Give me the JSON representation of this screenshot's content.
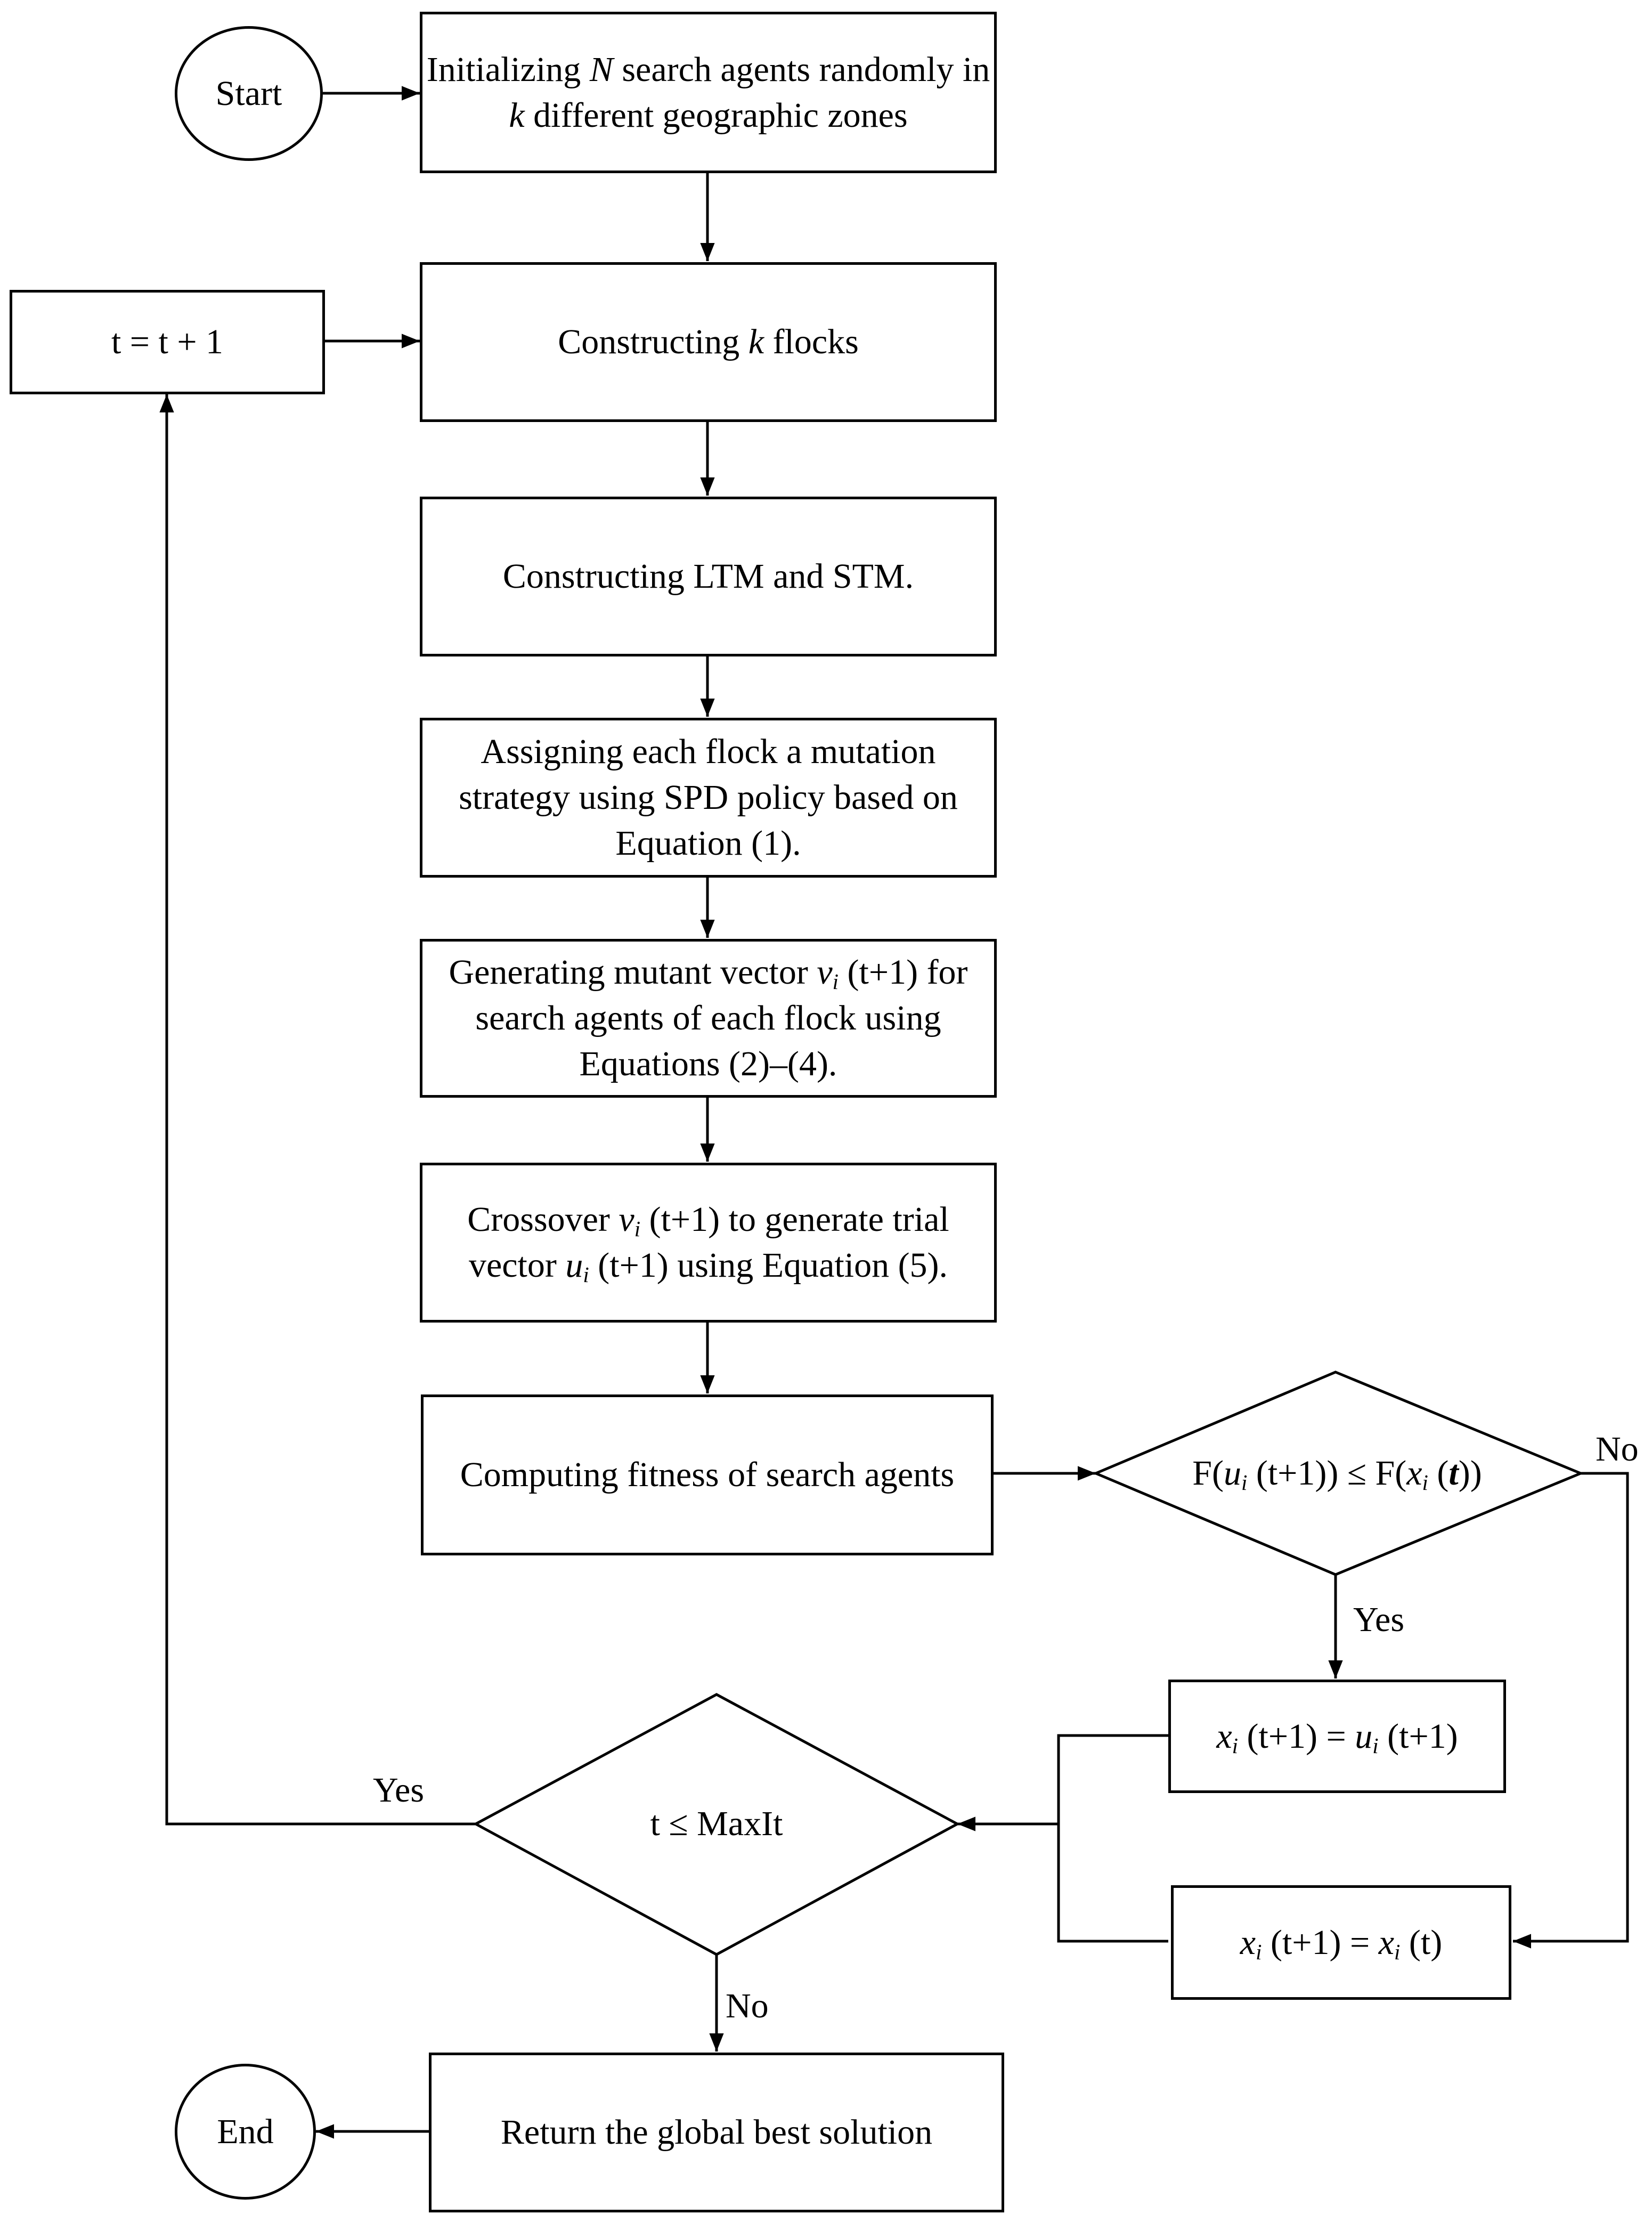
{
  "nodes": {
    "start": "Start",
    "end": "End",
    "init": [
      "Initializing ",
      "N",
      " search agents randomly in ",
      "k",
      " different geographic zones"
    ],
    "increment": "t = t + 1",
    "flocks": [
      "Constructing ",
      "k",
      " flocks"
    ],
    "memory": "Constructing LTM and STM.",
    "assign": "Assigning each flock a mutation strategy using SPD policy based on Equation (1).",
    "mutant": [
      "Generating mutant vector ",
      "v",
      "i",
      " (t+1) for search agents of each flock using Equations (2)–(4)."
    ],
    "crossover": [
      "Crossover ",
      "v",
      "i",
      " (t+1) to generate trial vector ",
      "u",
      "i",
      " (t+1) using Equation (5)."
    ],
    "fitness": "Computing fitness of search agents",
    "condition_greedy": [
      "F(",
      "u",
      "i",
      " (t+1)) ≤ F(",
      "x",
      "i",
      " (",
      "t",
      "))"
    ],
    "update_trial": [
      "x",
      "i",
      " (t+1) = ",
      "u",
      "i",
      " (t+1)"
    ],
    "update_keep": [
      "x",
      "i",
      " (t+1) = ",
      "x",
      "i",
      " (t)"
    ],
    "condition_loop": "t ≤ MaxIt",
    "return": "Return the global best solution"
  },
  "edge_labels": {
    "greedy_yes": "Yes",
    "greedy_no": "No",
    "loop_yes": "Yes",
    "loop_no": "No"
  }
}
